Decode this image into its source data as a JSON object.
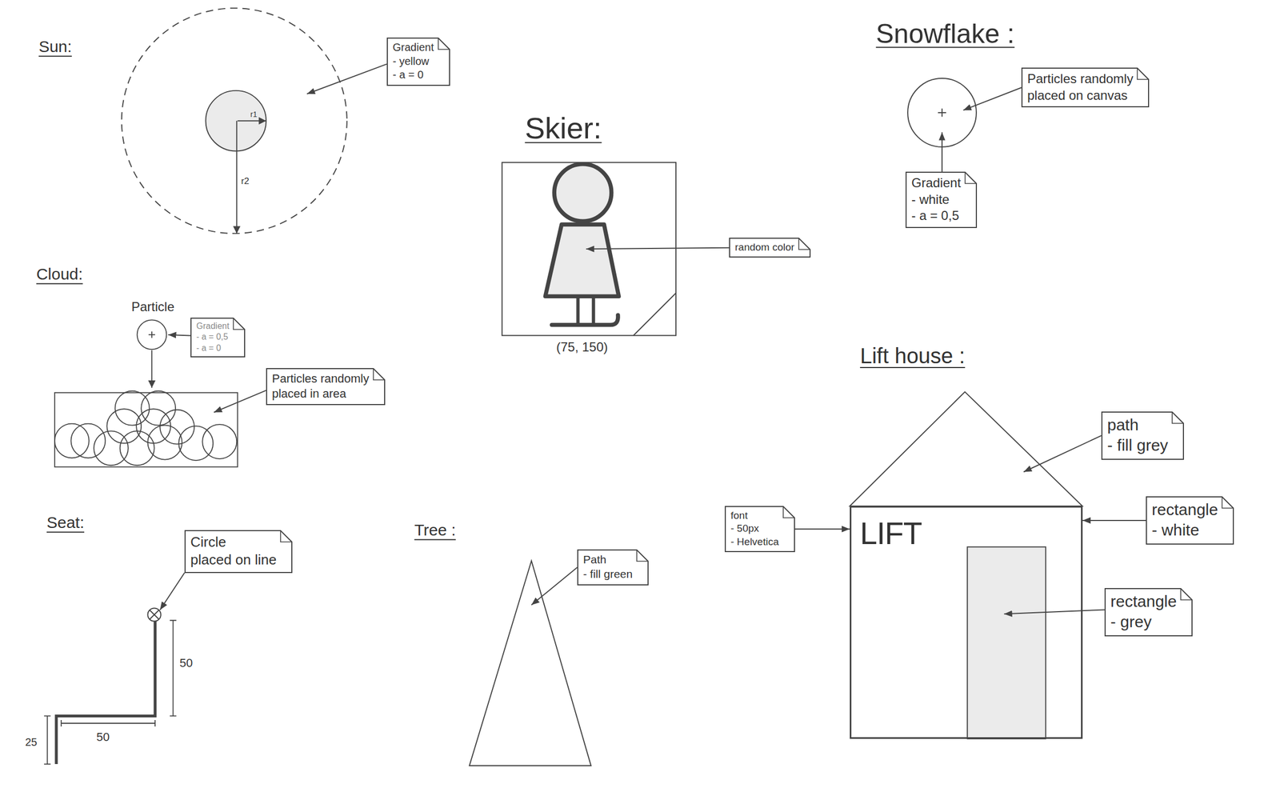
{
  "diagram": {
    "nodes": [
      {
        "text": [
          "Gradient",
          "- yellow",
          "- a = 0"
        ]
      },
      {
        "text": [
          "Particles randomly",
          "placed on canvas"
        ]
      },
      {
        "text": [
          "Gradient",
          "- white",
          "- a = 0,5"
        ]
      },
      {
        "text": [
          "random color"
        ]
      },
      {
        "text": [
          "Gradient",
          "- a = 0,5",
          "- a = 0"
        ]
      },
      {
        "text": [
          "Particles randomly",
          "placed in area"
        ]
      },
      {
        "text": [
          "path",
          "- fill grey"
        ]
      },
      {
        "text": [
          "Circle",
          "placed on line"
        ]
      },
      {
        "text": [
          "font",
          "- 50px",
          "- Helvetica"
        ]
      },
      {
        "text": [
          "LIFT"
        ]
      },
      {
        "text": [
          "rectangle",
          "- white"
        ]
      },
      {
        "text": [
          "Path",
          "- fill green"
        ]
      },
      {
        "text": [
          "rectangle",
          "- grey"
        ]
      }
    ],
    "edges": [
      {
        "from": 8,
        "to": 9,
        "arrow": "to"
      },
      {
        "from": 10,
        "to": 9,
        "arrow": "to"
      }
    ],
    "labels": [
      "Sun:",
      "r1",
      "r2",
      "Cloud:",
      "Particle",
      "Seat:",
      "50",
      "50",
      "25",
      "Tree :",
      "Skier:",
      "(75, 150)",
      "Snowflake :",
      "Lift house :"
    ]
  }
}
